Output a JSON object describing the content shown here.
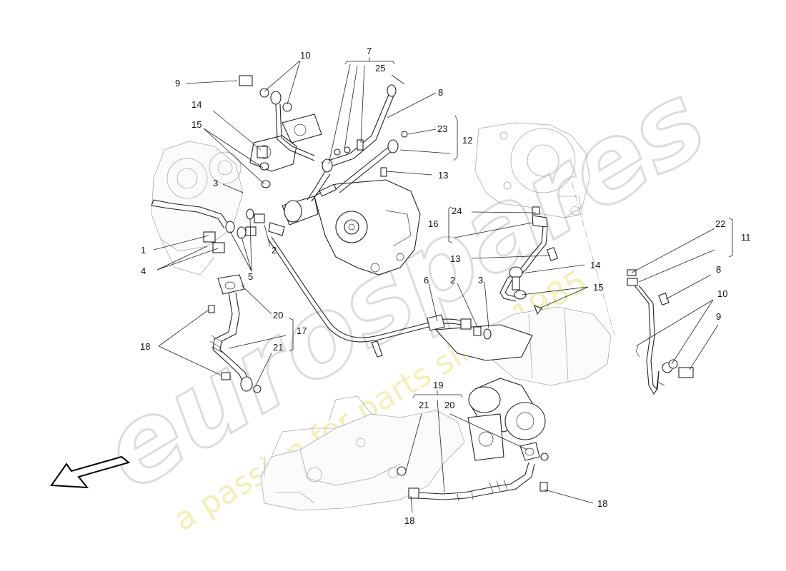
{
  "watermark": {
    "logo": "eurospares",
    "tagline": "a passion for parts since 1985"
  },
  "labels": {
    "l1": "1",
    "l2a": "2",
    "l2b": "2",
    "l3a": "3",
    "l3b": "3",
    "l4": "4",
    "l5": "5",
    "l6": "6",
    "l7": "7",
    "l8a": "8",
    "l8b": "8",
    "l9a": "9",
    "l9b": "9",
    "l10a": "10",
    "l10b": "10",
    "l11": "11",
    "l12": "12",
    "l13a": "13",
    "l13b": "13",
    "l14a": "14",
    "l14b": "14",
    "l15a": "15",
    "l15b": "15",
    "l16": "16",
    "l17": "17",
    "l18a": "18",
    "l18b": "18",
    "l18c": "18",
    "l19": "19",
    "l20a": "20",
    "l20b": "20",
    "l21a": "21",
    "l21b": "21",
    "l22": "22",
    "l23": "23",
    "l24": "24",
    "l25": "25"
  },
  "icons": {
    "direction_arrow": "front-direction-arrow-icon"
  }
}
